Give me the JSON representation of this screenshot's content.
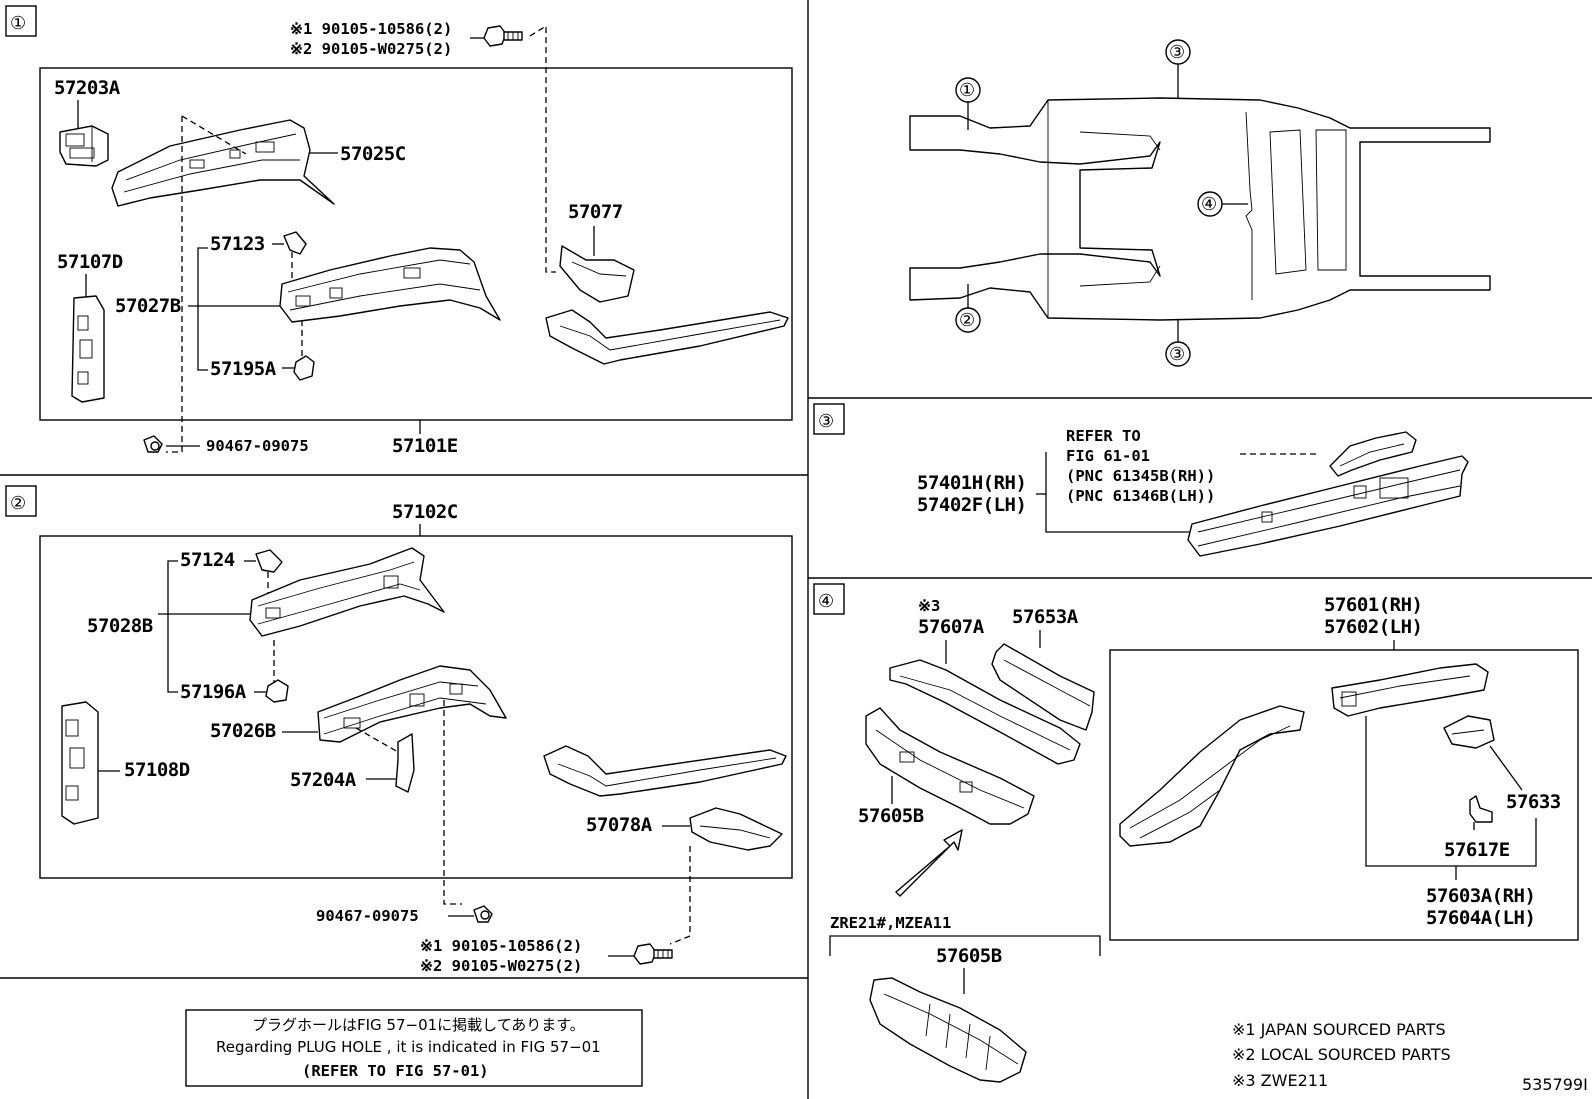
{
  "diagram_id": "535799I",
  "sections": {
    "s1": {
      "marker": "①",
      "fastener_top": {
        "l1": "※1 90105-10586(2)",
        "l2": "※2 90105-W0275(2)"
      },
      "parts": {
        "p57203A": "57203A",
        "p57025C": "57025C",
        "p57107D": "57107D",
        "p57123": "57123",
        "p57027B": "57027B",
        "p57195A": "57195A",
        "p57077": "57077",
        "p90467": "90467-09075",
        "p57101E": "57101E"
      }
    },
    "s2": {
      "marker": "②",
      "parts": {
        "p57102C": "57102C",
        "p57124": "57124",
        "p57028B": "57028B",
        "p57196A": "57196A",
        "p57026B": "57026B",
        "p57204A": "57204A",
        "p57108D": "57108D",
        "p57078A": "57078A",
        "p90467": "90467-09075"
      },
      "fastener_bottom": {
        "l1": "※1 90105-10586(2)",
        "l2": "※2 90105-W0275(2)"
      }
    },
    "overview": {
      "m1": "①",
      "m2": "②",
      "m3a": "③",
      "m3b": "③",
      "m4": "④"
    },
    "s3": {
      "marker": "③",
      "refer": {
        "l1": "REFER TO",
        "l2": "FIG 61-01",
        "l3": "(PNC 61345B(RH))",
        "l4": "(PNC 61346B(LH))"
      },
      "parts": {
        "rh": "57401H(RH)",
        "lh": "57402F(LH)"
      }
    },
    "s4": {
      "marker": "④",
      "parts": {
        "star3": "※3",
        "p57607A": "57607A",
        "p57653A": "57653A",
        "p57601": "57601(RH)",
        "p57602": "57602(LH)",
        "p57605B": "57605B",
        "p57633": "57633",
        "p57617E": "57617E",
        "p57603A": "57603A(RH)",
        "p57604A": "57604A(LH)",
        "variant": "ZRE21#,MZEA11",
        "p57605B_b": "57605B"
      },
      "notes": {
        "n1": "※1 JAPAN SOURCED PARTS",
        "n2": "※2 LOCAL SOURCED PARTS",
        "n3": "※3 ZWE211"
      }
    }
  },
  "plug_note": {
    "jp": "プラグホールはFIG 57−01に掲載してあります。",
    "en": "Regarding  PLUG  HOLE , it is indicated in  FIG  57−01",
    "ref": "(REFER TO FIG 57-01)"
  }
}
